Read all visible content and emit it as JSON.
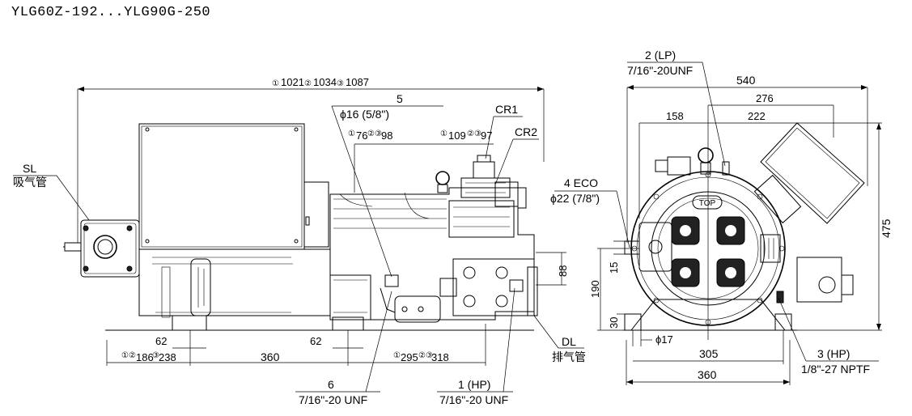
{
  "title": "YLG60Z-192...YLG90G-250",
  "left_view": {
    "overall_length": {
      "n1": "①",
      "v1": "1021",
      "n2": "②",
      "v2": "1034",
      "n3": "③",
      "v3": "1087"
    },
    "port5": {
      "num": "5",
      "size": "ϕ16 (5/8\")"
    },
    "dim76": {
      "n1": "①",
      "v1": "76",
      "n2": "②③",
      "v2": "98"
    },
    "dim109": {
      "n1": "①",
      "v1": "109",
      "n2": "②③",
      "v2": "97"
    },
    "cr1": "CR1",
    "cr2": "CR2",
    "sl": {
      "code": "SL",
      "label": "吸气管"
    },
    "dim88": "88",
    "dim62a": "62",
    "dim62b": "62",
    "dim186": {
      "n1": "①②",
      "v1": "186",
      "n2": "③",
      "v2": "238"
    },
    "dim360": "360",
    "dim295": {
      "n1": "①",
      "v1": "295",
      "n2": "②③",
      "v2": "318"
    },
    "dl": {
      "code": "DL",
      "label": "排气管"
    },
    "port6": {
      "num": "6",
      "size": "7/16\"-20 UNF"
    },
    "port1": {
      "num": "1 (HP)",
      "size": "7/16\"-20 UNF"
    }
  },
  "right_view": {
    "port2": {
      "num": "2 (LP)",
      "size": "7/16\"-20UNF"
    },
    "dim540": "540",
    "dim276": "276",
    "dim158": "158",
    "dim222": "222",
    "eco": {
      "num": "4 ECO",
      "size": "ϕ22 (7/8\")"
    },
    "logo": "TOP",
    "dim475": "475",
    "dim190": "190",
    "dim15": "15",
    "dim30": "30",
    "dim17": "ϕ17",
    "dim305": "305",
    "dim360": "360",
    "port3": {
      "num": "3 (HP)",
      "size": "1/8\"-27 NPTF"
    }
  }
}
